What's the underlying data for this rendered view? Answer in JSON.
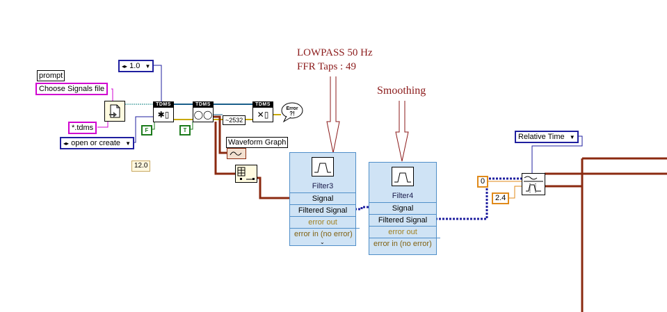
{
  "annotations": {
    "lowpass_line1": "LOWPASS 50 Hz",
    "lowpass_line2": "FFR Taps : 49",
    "smoothing": "Smoothing"
  },
  "controls": {
    "version_value": "1.0",
    "prompt_label": "prompt",
    "prompt_value": "Choose Signals file",
    "pattern_value": "*.tdms",
    "operation_value": "open or create",
    "time_format_value": "Relative Time",
    "const_12": "12.0",
    "const_zero": "0",
    "const_2_4": "2.4",
    "false_const": "F",
    "true_const": "T",
    "index_const": "~2532"
  },
  "nodes": {
    "tdms_header": "TDMS",
    "waveform_graph_label": "Waveform Graph",
    "error_icon_text": "Error"
  },
  "filter3": {
    "title": "Filter3",
    "rows": [
      "Signal",
      "Filtered Signal",
      "error out",
      "error in (no error)"
    ]
  },
  "filter4": {
    "title": "Filter4",
    "rows": [
      "Signal",
      "Filtered Signal",
      "error out",
      "error in (no error)"
    ]
  },
  "colors": {
    "annotation": "#8b1a1a",
    "string_border": "#d000d0",
    "numeric_border": "#1f1f9f",
    "express_bg": "#cfe3f5",
    "express_border": "#4f8ec8",
    "wire_cluster": "#8b2a10",
    "wire_error": "#c8a800",
    "wire_blue": "#1f1f9f"
  }
}
